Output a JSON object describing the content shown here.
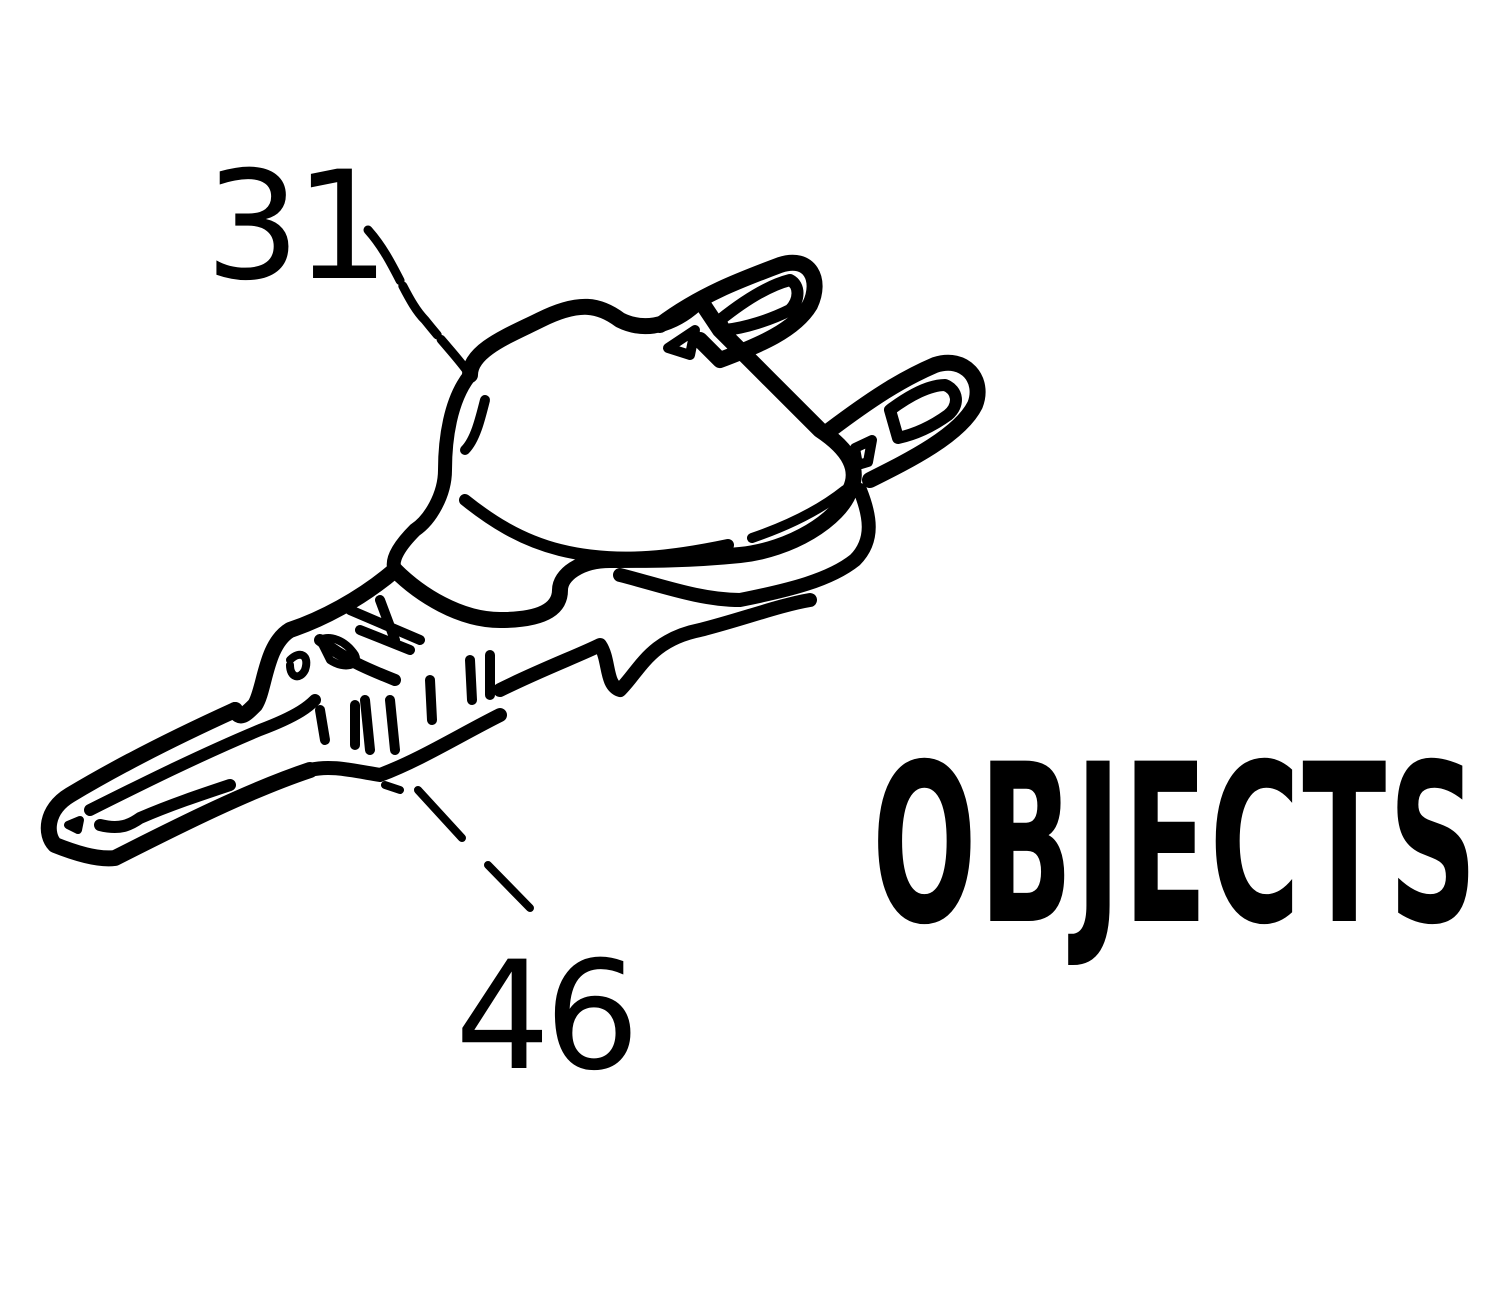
{
  "title": "OBJECTS",
  "callouts": {
    "top_label": "31",
    "bottom_label": "46"
  },
  "colors": {
    "background": "#ffffff",
    "ink": "#000000"
  }
}
